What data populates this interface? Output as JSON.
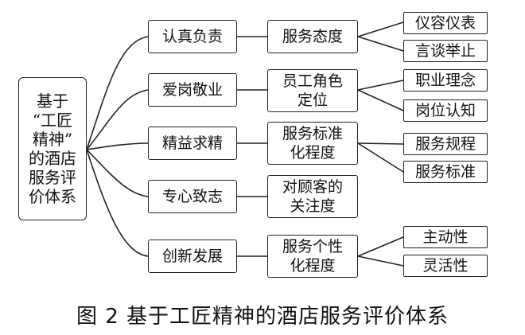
{
  "root": {
    "label": "基于\n“工匠\n精神”\n的酒店\n服务评\n价体系"
  },
  "branches": [
    {
      "label": "认真负责",
      "detail": "服务态度",
      "leaves": [
        "仪容仪表",
        "言谈举止"
      ]
    },
    {
      "label": "爱岗敬业",
      "detail": "员工角色\n定位",
      "leaves": [
        "职业理念",
        "岗位认知"
      ]
    },
    {
      "label": "精益求精",
      "detail": "服务标准\n化程度",
      "leaves": [
        "服务规程",
        "服务标准"
      ]
    },
    {
      "label": "专心致志",
      "detail": "对顾客的\n关注度",
      "leaves": []
    },
    {
      "label": "创新发展",
      "detail": "服务个性\n化程度",
      "leaves": [
        "主动性",
        "灵活性"
      ]
    }
  ],
  "caption": "图 2  基于工匠精神的酒店服务评价体系"
}
